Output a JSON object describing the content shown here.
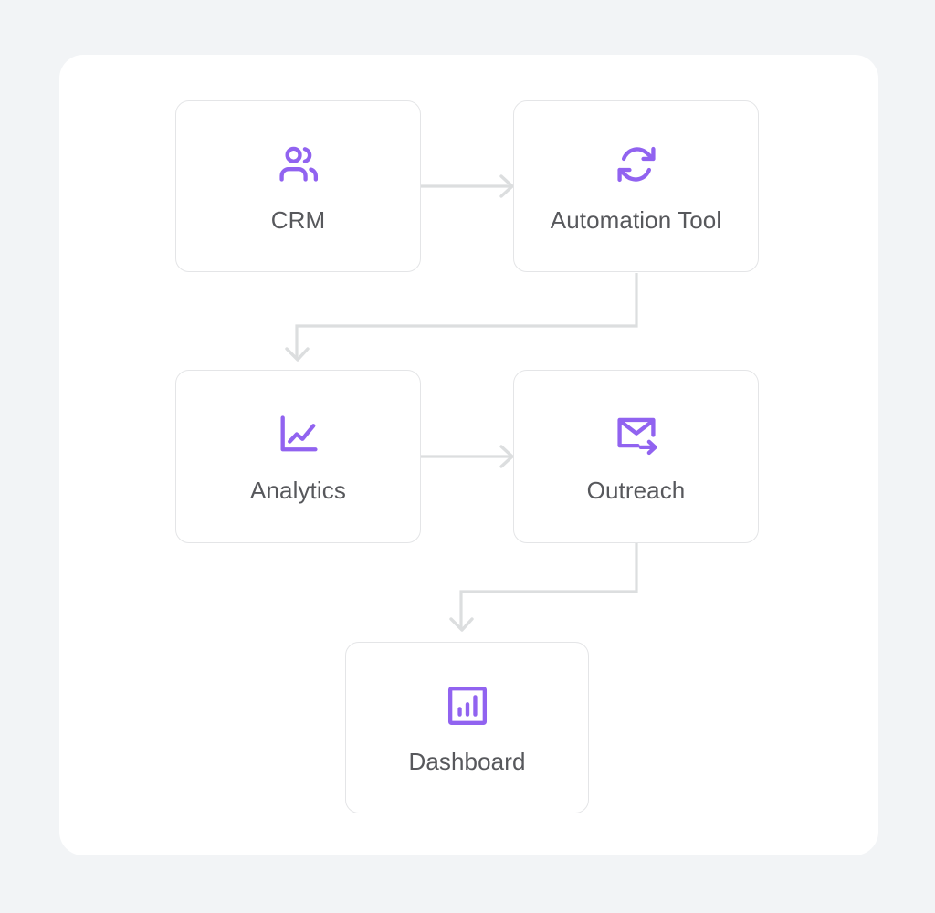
{
  "diagram": {
    "background_color": "#f2f4f6",
    "card_color": "#ffffff",
    "accent_color": "#9163f0",
    "label_color": "#57585c",
    "edge_color": "#dcdedf",
    "node_border_color": "#e4e5e7",
    "nodes": [
      {
        "id": "crm",
        "label": "CRM",
        "icon": "users-icon"
      },
      {
        "id": "automation",
        "label": "Automation Tool",
        "icon": "refresh-sync-icon"
      },
      {
        "id": "analytics",
        "label": "Analytics",
        "icon": "line-chart-icon"
      },
      {
        "id": "outreach",
        "label": "Outreach",
        "icon": "mail-send-icon"
      },
      {
        "id": "dashboard",
        "label": "Dashboard",
        "icon": "bar-chart-frame-icon"
      }
    ],
    "edges": [
      {
        "from": "CRM",
        "to": "Automation Tool",
        "style": "straight-right"
      },
      {
        "from": "Automation Tool",
        "to": "Analytics",
        "style": "elbow-down-left"
      },
      {
        "from": "Analytics",
        "to": "Outreach",
        "style": "straight-right"
      },
      {
        "from": "Outreach",
        "to": "Dashboard",
        "style": "elbow-down-left"
      }
    ]
  }
}
